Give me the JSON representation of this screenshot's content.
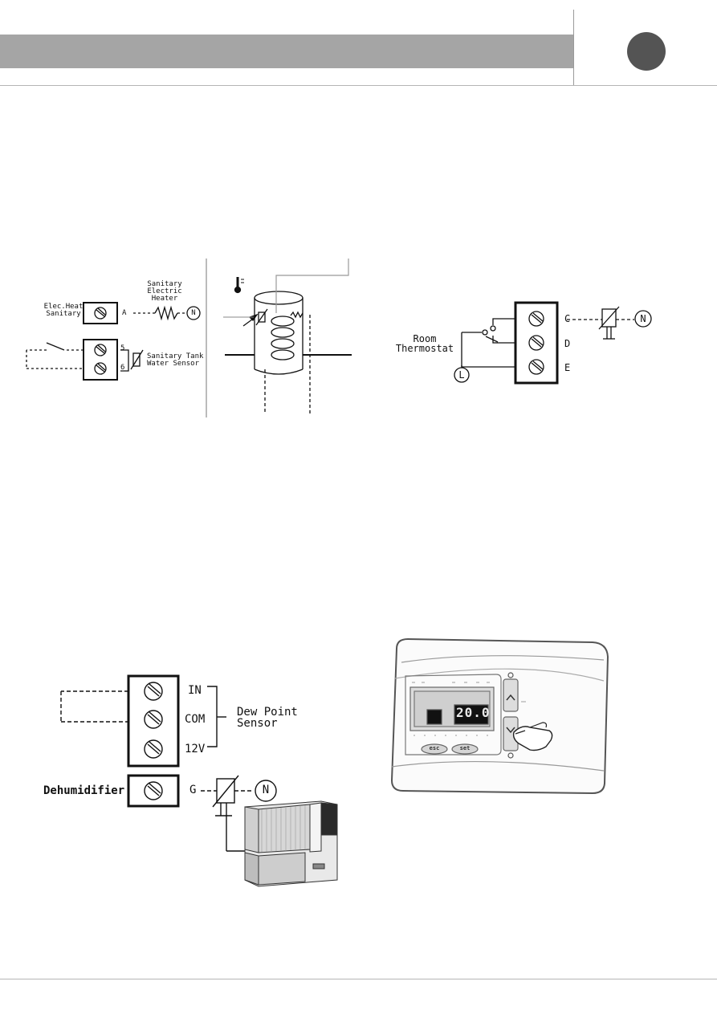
{
  "diagram1": {
    "elec_heat_label": [
      "Elec.Heat",
      "Sanitary"
    ],
    "heater_label": [
      "Sanitary",
      "Electric",
      "Heater"
    ],
    "terminal_a": "A",
    "neutral": "N",
    "terminal_5": "5",
    "terminal_6": "6",
    "sensor_label": [
      "Sanitary Tank",
      "Water Sensor"
    ]
  },
  "diagram2": {
    "thermostat_label": [
      "Room",
      "Thermostat"
    ],
    "terminal_c": "C",
    "terminal_d": "D",
    "terminal_e": "E",
    "live": "L",
    "neutral": "N"
  },
  "diagram3": {
    "terminal_in": "IN",
    "terminal_com": "COM",
    "terminal_12v": "12V",
    "sensor_label": [
      "Dew Point",
      "Sensor"
    ],
    "dehumidifier_label": "Dehumidifier",
    "terminal_g": "G",
    "neutral": "N"
  },
  "controller": {
    "display_value": "20.0",
    "esc_label": "esc",
    "set_label": "set"
  },
  "colors": {
    "header_bar": "#a5a5a5",
    "header_circle": "#545454",
    "lines": "#111111"
  }
}
